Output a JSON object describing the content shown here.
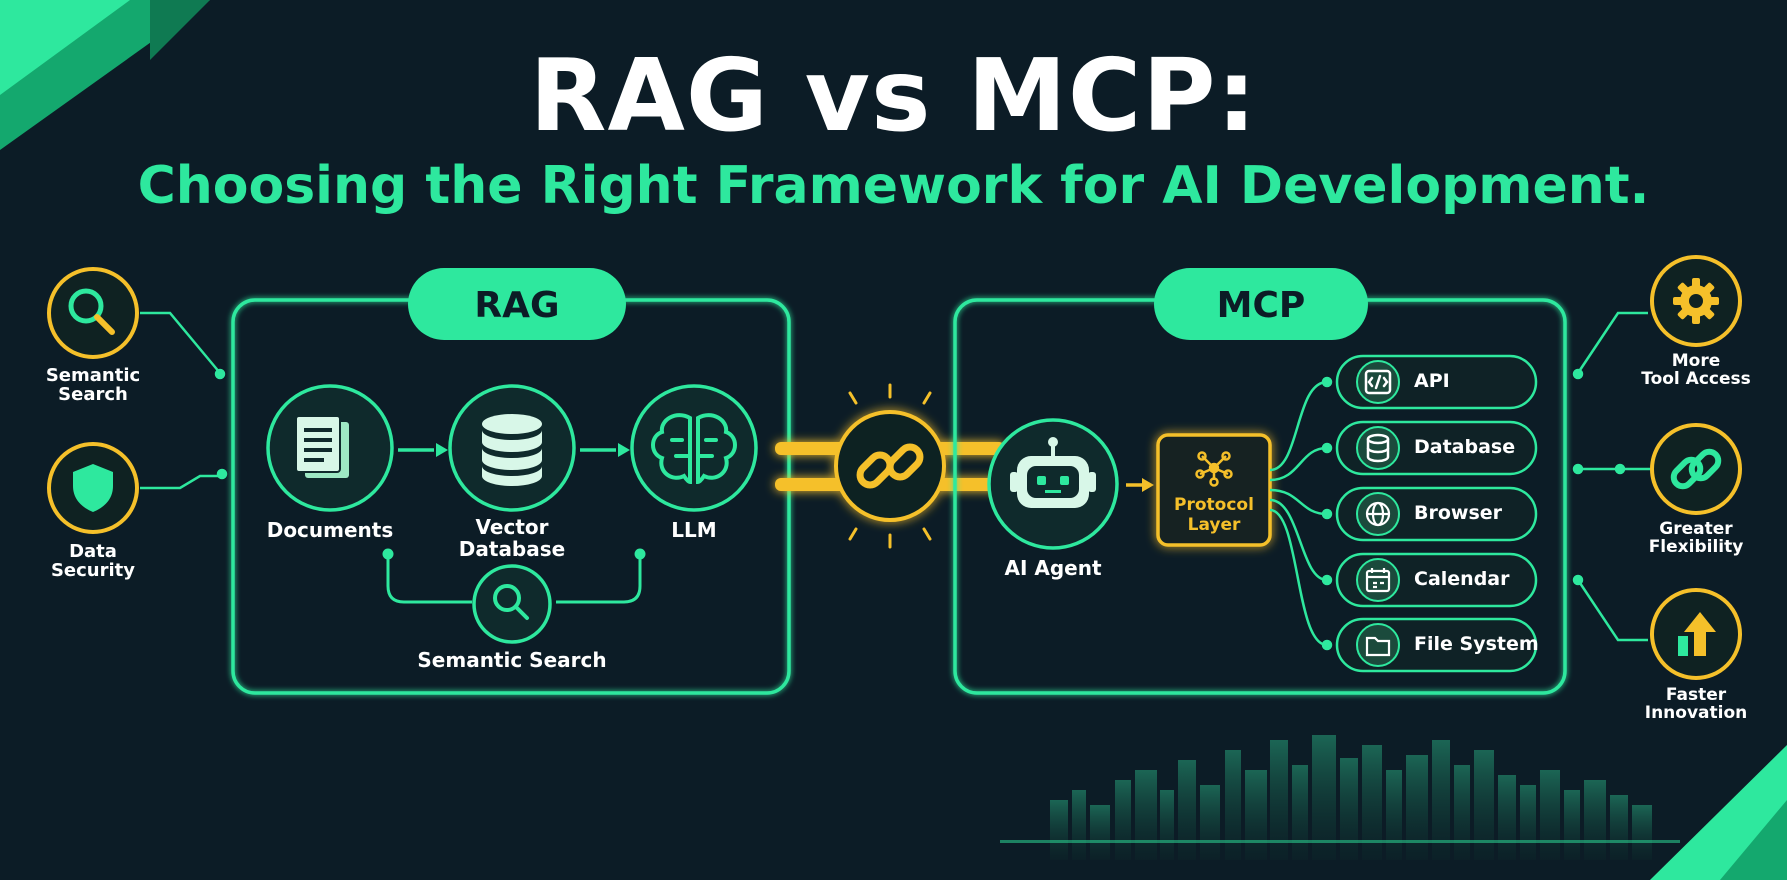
{
  "title": "RAG vs MCP:",
  "subtitle": "Choosing the Right Framework for AI Development.",
  "rag": {
    "header": "RAG",
    "nodes": {
      "documents": "Documents",
      "vector_db_line1": "Vector",
      "vector_db_line2": "Database",
      "llm": "LLM",
      "semantic_search": "Semantic Search"
    }
  },
  "mcp": {
    "header": "MCP",
    "agent": "AI Agent",
    "protocol_line1": "Protocol",
    "protocol_line2": "Layer",
    "tools": [
      {
        "label": "API",
        "icon": "code-icon"
      },
      {
        "label": "Database",
        "icon": "database-icon"
      },
      {
        "label": "Browser",
        "icon": "globe-icon"
      },
      {
        "label": "Calendar",
        "icon": "calendar-icon"
      },
      {
        "label": "File System",
        "icon": "folder-icon"
      }
    ]
  },
  "left_features": [
    {
      "line1": "Semantic",
      "line2": "Search",
      "icon": "magnifier-icon"
    },
    {
      "line1": "Data",
      "line2": "Security",
      "icon": "shield-icon"
    }
  ],
  "right_features": [
    {
      "line1": "More",
      "line2": "Tool Access",
      "icon": "gear-icon"
    },
    {
      "line1": "Greater",
      "line2": "Flexibility",
      "icon": "link-icon"
    },
    {
      "line1": "Faster",
      "line2": "Innovation",
      "icon": "growth-arrow-icon"
    }
  ],
  "colors": {
    "background": "#0c1c26",
    "accent_green": "#2ee89e",
    "accent_yellow": "#f5c02a",
    "text": "#ffffff"
  }
}
